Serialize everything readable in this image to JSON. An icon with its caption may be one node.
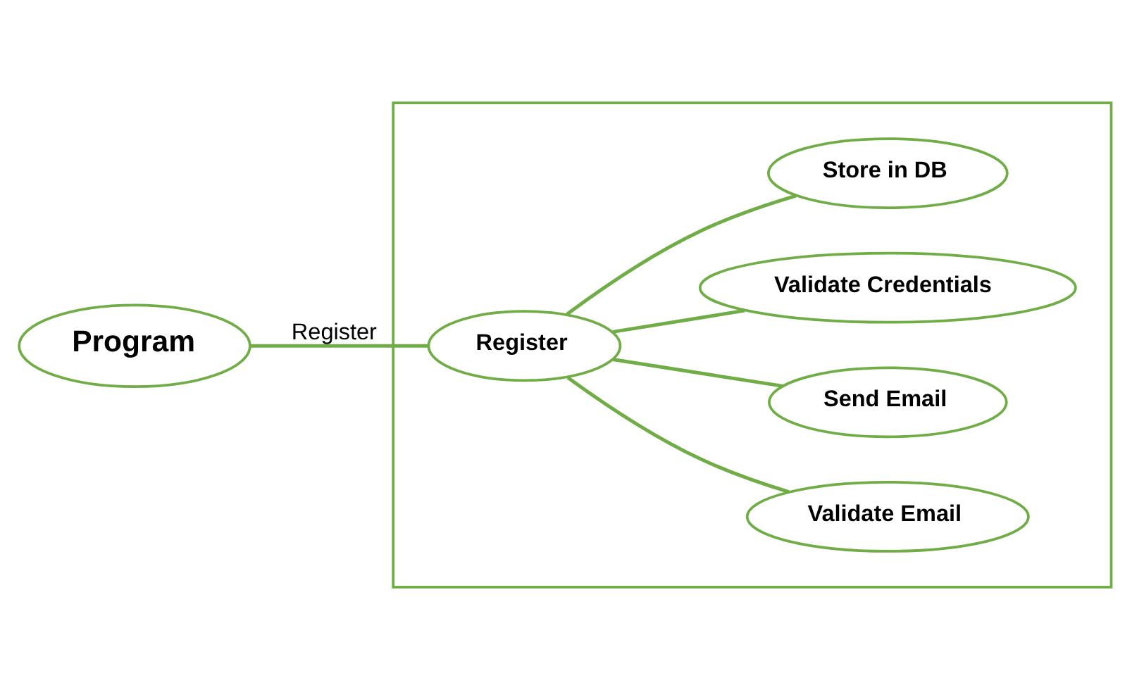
{
  "diagram": {
    "nodes": [
      {
        "text": [
          "Program"
        ]
      },
      {
        "text": [],
        "shape": "box"
      },
      {
        "text": [
          "Validate Email"
        ],
        "in": 1
      },
      {
        "text": [
          "Register"
        ],
        "in": 1
      },
      {
        "text": [
          "Send Email"
        ],
        "in": 1
      },
      {
        "text": [
          "Validate Credentials"
        ],
        "in": 1
      },
      {
        "text": [
          "Store in DB"
        ],
        "in": 1
      }
    ],
    "edges": [
      {
        "from": 0,
        "to": 3,
        "arrow": "none",
        "label": "Register"
      },
      {
        "from": 3,
        "to": 2,
        "arrow": "none"
      },
      {
        "from": 3,
        "to": 4,
        "arrow": "none"
      },
      {
        "from": 3,
        "to": 5,
        "arrow": "none"
      },
      {
        "from": 3,
        "to": 6,
        "arrow": "none"
      }
    ]
  }
}
